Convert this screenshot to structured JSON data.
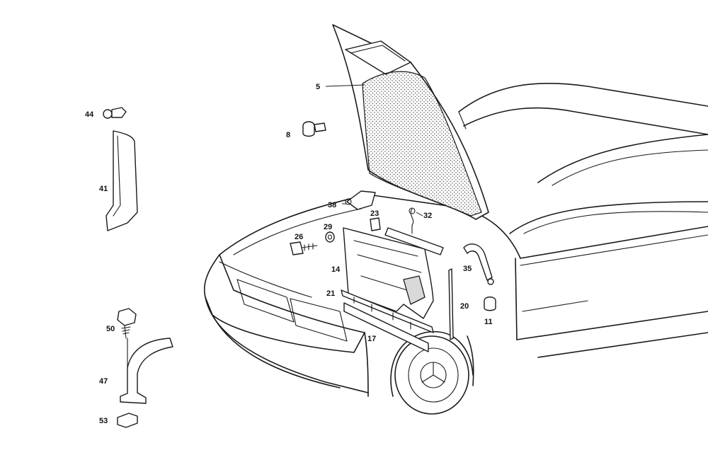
{
  "callouts": [
    {
      "id": "c5",
      "label": "5"
    },
    {
      "id": "c8",
      "label": "8"
    },
    {
      "id": "c11",
      "label": "11"
    },
    {
      "id": "c14",
      "label": "14"
    },
    {
      "id": "c17",
      "label": "17"
    },
    {
      "id": "c20",
      "label": "20"
    },
    {
      "id": "c21",
      "label": "21"
    },
    {
      "id": "c23",
      "label": "23"
    },
    {
      "id": "c26",
      "label": "26"
    },
    {
      "id": "c29",
      "label": "29"
    },
    {
      "id": "c32",
      "label": "32"
    },
    {
      "id": "c35",
      "label": "35"
    },
    {
      "id": "c38",
      "label": "38"
    },
    {
      "id": "c41",
      "label": "41"
    },
    {
      "id": "c44",
      "label": "44"
    },
    {
      "id": "c47",
      "label": "47"
    },
    {
      "id": "c50",
      "label": "50"
    },
    {
      "id": "c53",
      "label": "53"
    }
  ],
  "colors": {
    "line": "#1a1a1a",
    "background": "#ffffff",
    "insulation_dots": "#444444"
  }
}
